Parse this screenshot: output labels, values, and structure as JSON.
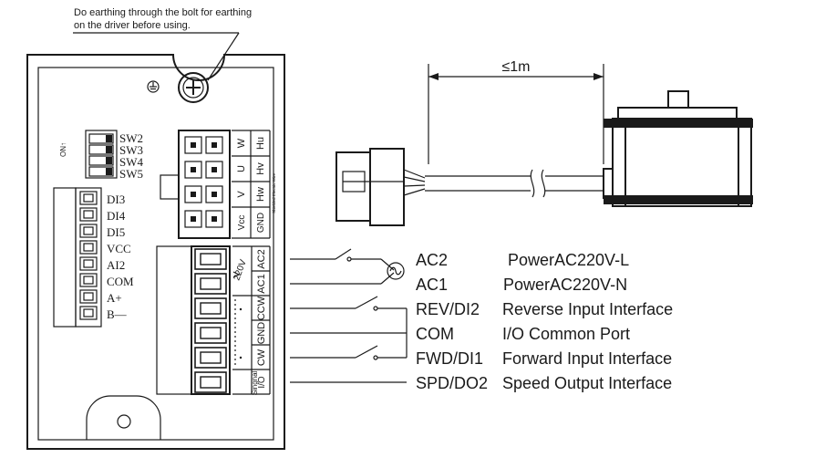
{
  "note": {
    "line1": "Do earthing through the bolt for earthing",
    "line2": "on the driver before using."
  },
  "switch_block": {
    "on_label": "ON↑",
    "items": [
      "SW2",
      "SW3",
      "SW4",
      "SW5"
    ]
  },
  "left_terminals": [
    "DI3",
    "DI4",
    "DI5",
    "VCC",
    "AI2",
    "COM",
    "A+",
    "B—"
  ],
  "motor_connector": {
    "col1": [
      "W",
      "U",
      "V",
      "Vcc"
    ],
    "col2": [
      "Hu",
      "Hv",
      "Hw",
      "GND"
    ],
    "shield_label": "Shielded Electric Wire"
  },
  "power_terminal": {
    "labels": [
      "AC2",
      "AC1",
      "CCW",
      "GND",
      "CW",
      "I/O"
    ],
    "voltage": "220V",
    "signal_label": "Singnal"
  },
  "cable": {
    "length_label": "≤1m"
  },
  "connections": [
    {
      "terminal": "AC2",
      "description": "PowerAC220V-L"
    },
    {
      "terminal": "AC1",
      "description": "PowerAC220V-N"
    },
    {
      "terminal": "REV/DI2",
      "description": "Reverse Input Interface"
    },
    {
      "terminal": "COM",
      "description": "I/O Common Port"
    },
    {
      "terminal": "FWD/DI1",
      "description": "Forward Input Interface"
    },
    {
      "terminal": "SPD/DO2",
      "description": "Speed Output Interface"
    }
  ]
}
